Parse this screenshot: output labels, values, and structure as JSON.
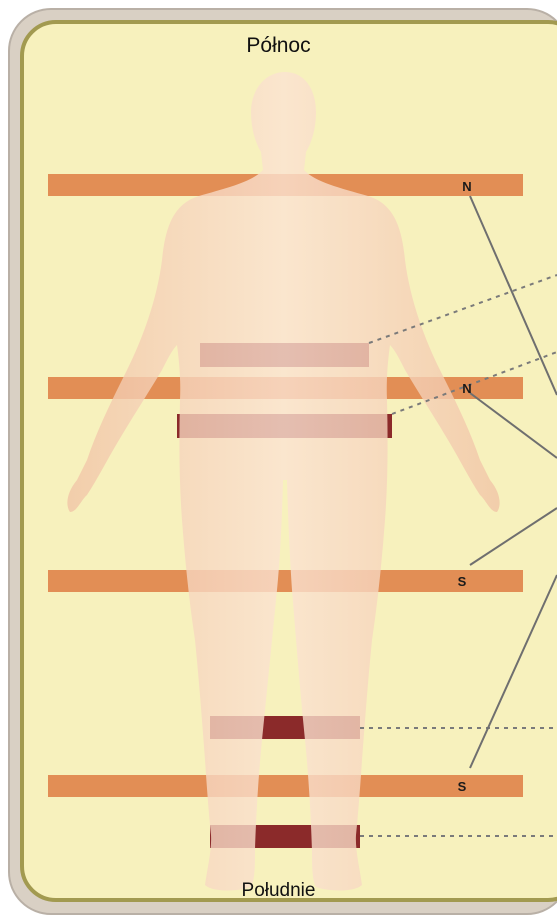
{
  "labels": {
    "north": "Północ",
    "south": "Południe"
  },
  "poles": [
    {
      "id": "pole-1",
      "text": "N"
    },
    {
      "id": "pole-2",
      "text": "N"
    },
    {
      "id": "pole-3",
      "text": "S"
    },
    {
      "id": "pole-4",
      "text": "S"
    }
  ],
  "colors": {
    "frame": "#d9d0c4",
    "inner_border": "#a29a50",
    "background": "#f7f1bd",
    "orange_band": "#e28e55",
    "dark_band": "#8b2a2a",
    "body": "#f6d5bd",
    "line": "#6f6f6f"
  }
}
